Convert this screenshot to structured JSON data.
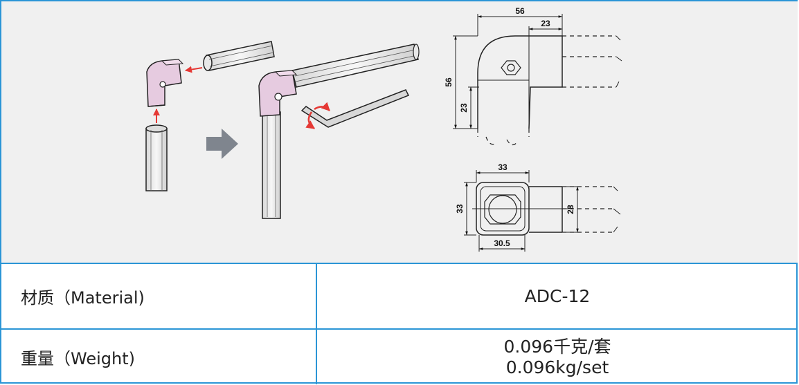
{
  "dimensions": {
    "side_width_total": "56",
    "side_width_arm": "23",
    "side_height_total": "56",
    "side_height_arm": "23",
    "top_width": "33",
    "top_height": "33",
    "top_inner": "28",
    "top_bottom": "30.5"
  },
  "specs": {
    "material_label": "材质（Material)",
    "material_value": "ADC-12",
    "weight_label": "重量（Weight)",
    "weight_value_cn": "0.096千克/套",
    "weight_value_en": "0.096kg/set"
  },
  "colors": {
    "border": "#2b95d6",
    "joint_pink": "#e6cbe0",
    "arrow_red": "#e53935",
    "panel_bg": "#f0f0f0"
  }
}
